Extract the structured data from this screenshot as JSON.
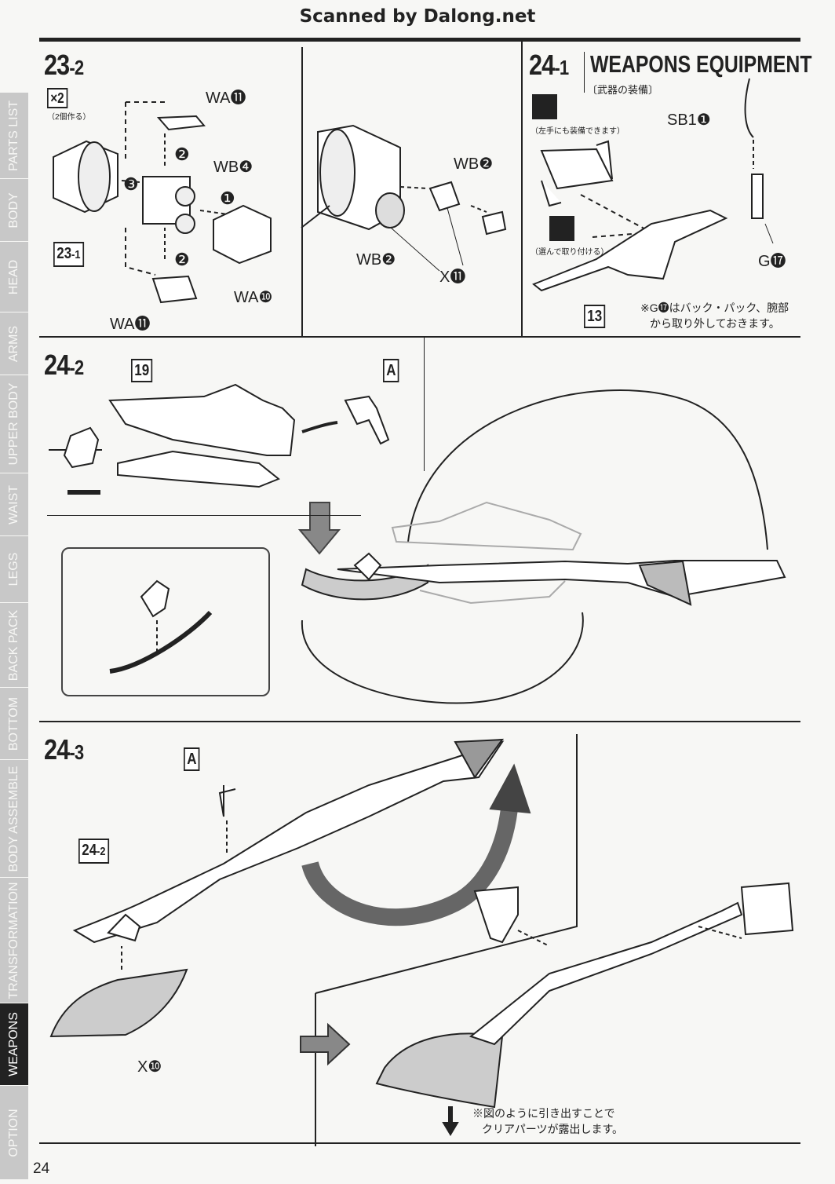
{
  "header": {
    "title": "Scanned by Dalong.net"
  },
  "sidebar": {
    "tabs": [
      {
        "label": "PARTS LIST",
        "active": false
      },
      {
        "label": "BODY",
        "active": false
      },
      {
        "label": "HEAD",
        "active": false
      },
      {
        "label": "ARMS",
        "active": false
      },
      {
        "label": "UPPER BODY",
        "active": false
      },
      {
        "label": "WAIST",
        "active": false
      },
      {
        "label": "LEGS",
        "active": false
      },
      {
        "label": "BACK PACK",
        "active": false
      },
      {
        "label": "BOTTOM",
        "active": false
      },
      {
        "label": "BODY ASSEMBLE",
        "active": false
      },
      {
        "label": "TRANSFORMATION",
        "active": false
      },
      {
        "label": "WEAPONS",
        "active": true
      },
      {
        "label": "OPTION",
        "active": false
      }
    ]
  },
  "step_23_2": {
    "num": "23",
    "sub": "-2",
    "multiplier": "×2",
    "multiplier_note": "（2個作る）",
    "ref_box": {
      "num": "23",
      "sub": "-1"
    },
    "parts": [
      "WA⓫",
      "WB❹",
      "WA❿",
      "WA⓫"
    ],
    "arrow_numbers": [
      "❶",
      "❷",
      "❷",
      "❸"
    ]
  },
  "step_23_2b": {
    "parts": [
      "WB❷",
      "WB❷",
      "X⓫"
    ]
  },
  "step_24_1": {
    "num": "24",
    "sub": "-1",
    "title": "WEAPONS EQUIPMENT",
    "title_jp": "〔武器の装備〕",
    "left_hand_note": "（左手にも装備できます）",
    "choose_note": "（選んで取り付ける）",
    "parts": [
      "SB1❶",
      "G⓱"
    ],
    "ref_box": "13",
    "note": [
      "※G⓱はバック・パック、腕部",
      "から取り外しておきます。"
    ]
  },
  "step_24_2": {
    "num": "24",
    "sub": "-2",
    "ref_boxes": [
      "19",
      "A"
    ]
  },
  "step_24_3": {
    "num": "24",
    "sub": "-3",
    "ref_boxes": [
      "A"
    ],
    "ref_box_sub": {
      "num": "24",
      "sub": "-2"
    },
    "parts": [
      "X❿"
    ],
    "note": [
      "※図のように引き出すことで",
      "クリアパーツが露出します。"
    ]
  },
  "page_number": "24"
}
